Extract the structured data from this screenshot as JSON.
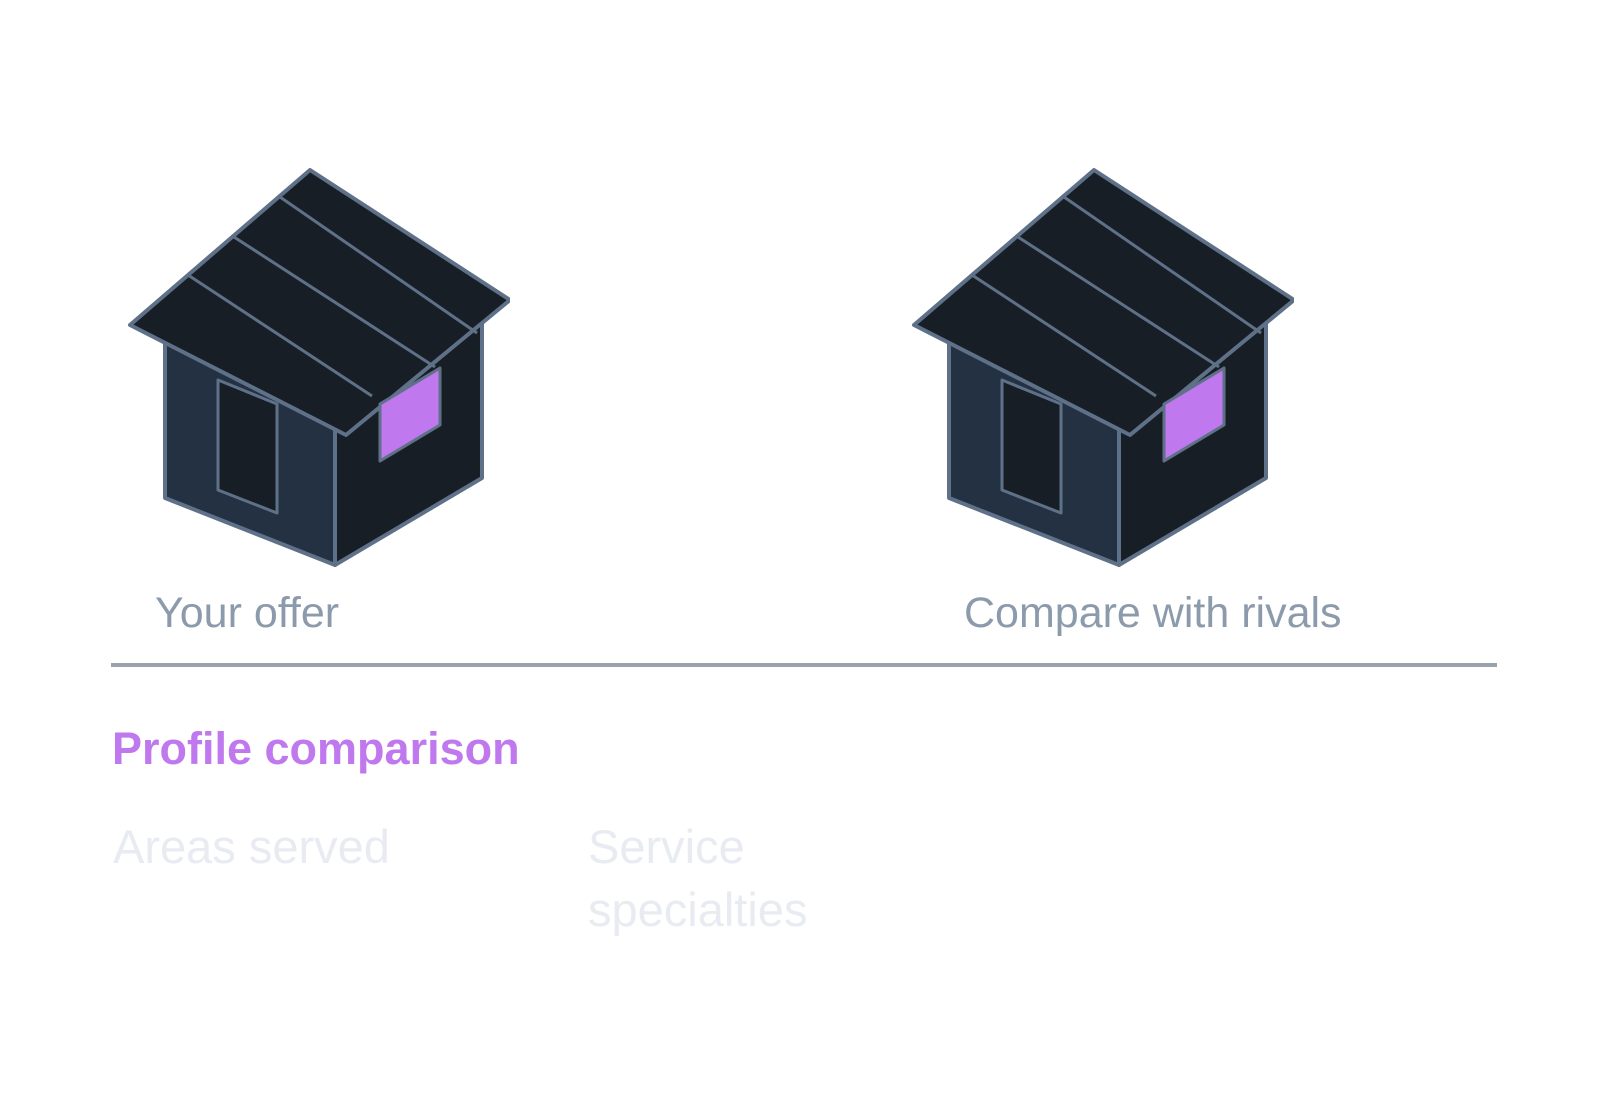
{
  "options": [
    {
      "label": "Your offer"
    },
    {
      "label": "Compare with rivals"
    }
  ],
  "section": {
    "title": "Profile comparison"
  },
  "fields": [
    {
      "label": "Areas served"
    },
    {
      "label": "Service specialties"
    }
  ],
  "colors": {
    "accent": "#bf78ed",
    "roof": "#181e26",
    "wall_front": "#243142",
    "wall_side": "#181e26",
    "outline": "#5e7189",
    "window": "#bf78ed",
    "label": "#8c9bac",
    "divider": "#9aa3ad",
    "field_placeholder": "#e8ebf1"
  },
  "icons": [
    "house-icon",
    "house-icon"
  ]
}
